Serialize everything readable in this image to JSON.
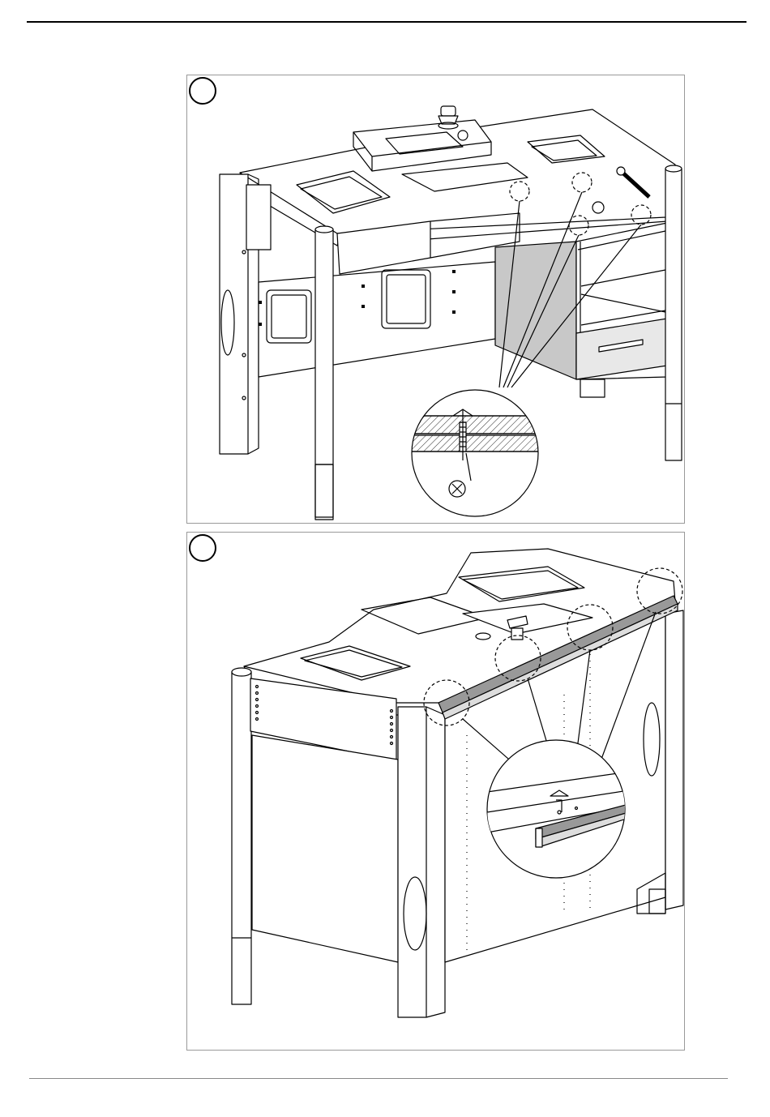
{
  "document": {
    "type": "assembly-instructions",
    "steps": [
      {
        "label": "",
        "icon": "step-number-circle-icon",
        "illustration": "workbench-drawer-cabinet-screw-detail-illustration"
      },
      {
        "label": "",
        "icon": "step-number-circle-icon",
        "illustration": "workbench-rail-mounting-detail-illustration"
      }
    ],
    "detail_marker_icon": "not-allowed-cross-icon"
  }
}
